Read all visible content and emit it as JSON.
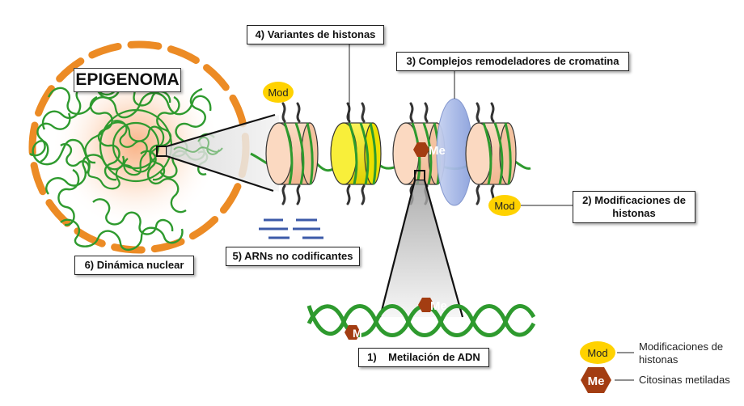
{
  "title": "EPIGENOMA",
  "labels": {
    "dna_methylation": "1)    Metilación de ADN",
    "histone_mods": [
      "2) Modificaciones de",
      "histonas"
    ],
    "remodelers": "3) Complejos remodeladores de cromatina",
    "variants": "4) Variantes de histonas",
    "ncrna": "5) ARNs no codificantes",
    "nuclear": "6) Dinámica nuclear"
  },
  "markers": {
    "mod": "Mod",
    "me": "Me"
  },
  "legend": {
    "mod_text": [
      "Modificaciones de",
      "histonas"
    ],
    "me_text": "Citosinas metiladas"
  },
  "colors": {
    "dna_green": "#2e9a2e",
    "nucleosome_peach": "#f7c9a8",
    "variant_yellow": "#f2e600",
    "remodeler_blue": "#9fb3e6",
    "envelope_orange": "#ec8b25",
    "mod_yellow": "#ffd200",
    "me_brown": "#a33d12",
    "ncrna_blue": "#3c5aa8"
  }
}
